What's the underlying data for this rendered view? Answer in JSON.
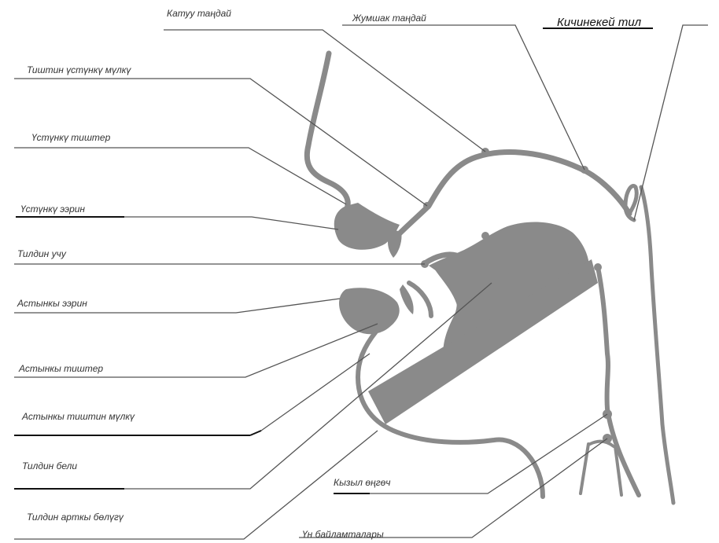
{
  "labels": {
    "hard_palate": "Катуу таңдай",
    "soft_palate": "Жумшак таңдай",
    "uvula": "Кичинекей тил",
    "upper_alveolar": "Тиштин үстүнкү мүлкү",
    "upper_teeth": "Үстүнкү тиштер",
    "upper_lip": "Үстүнкү ээрин",
    "tongue_tip": "Тилдин учу",
    "lower_lip": "Астынкы ээрин",
    "lower_teeth": "Астынкы тиштер",
    "lower_alveolar": "Астынкы тиштин мүлкү",
    "tongue_back": "Тилдин бели",
    "tongue_root": "Тилдин арткы бөлүгү",
    "larynx": "Кызыл өңгөч",
    "vocal_cords": "Үн байламталары"
  }
}
